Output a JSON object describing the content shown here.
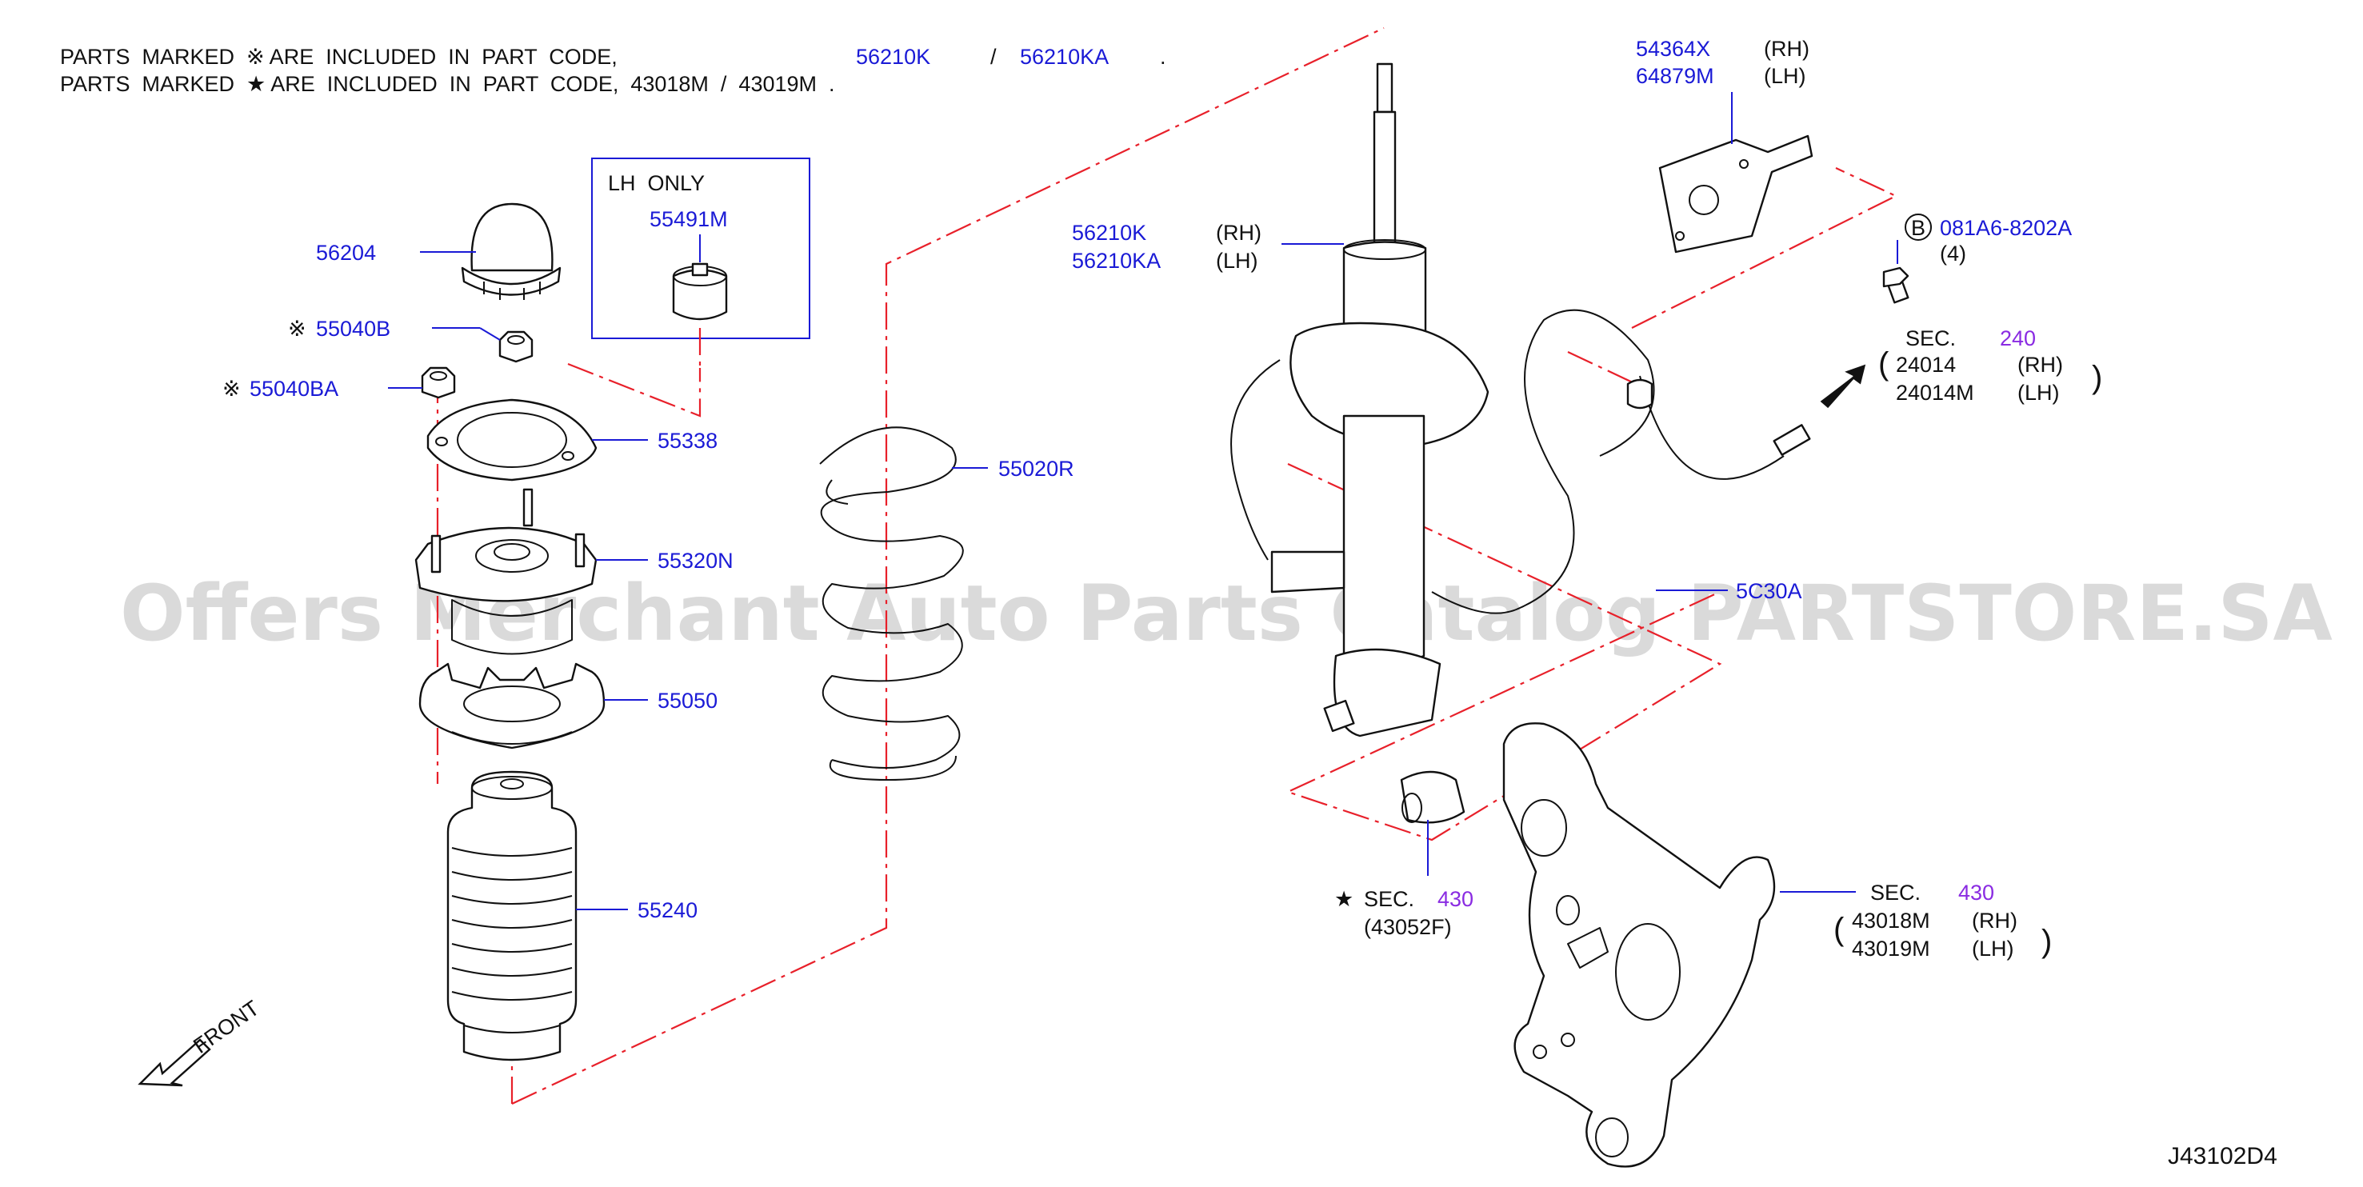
{
  "notes": {
    "line1": {
      "prefix": "PARTS  MARKED  ※ ARE  INCLUDED  IN  PART  CODE,",
      "code_a": "56210K",
      "sep": "/",
      "code_b": "56210KA",
      "end": "."
    },
    "line2": {
      "prefix": "PARTS  MARKED  ★ ARE  INCLUDED  IN  PART  CODE,  43018M  /  43019M  ."
    }
  },
  "lh_only_box": {
    "title": "LH  ONLY",
    "part": "55491M"
  },
  "parts": {
    "p56204": "56204",
    "p55040B_mark": "※",
    "p55040B": "55040B",
    "p55040BA_mark": "※",
    "p55040BA": "55040BA",
    "p55338": "55338",
    "p55320N": "55320N",
    "p55050": "55050",
    "p55240": "55240",
    "p55020R": "55020R",
    "strut_rh": "56210K",
    "strut_rh_side": "(RH)",
    "strut_lh": "56210KA",
    "strut_lh_side": "(LH)",
    "bracket_rh": "54364X",
    "bracket_rh_side": "(RH)",
    "bracket_lh": "64879M",
    "bracket_lh_side": "(LH)",
    "bolt_marker": "B",
    "bolt": "081A6-8202A",
    "bolt_qty": "(4)",
    "sec240_label": "SEC.",
    "sec240_num": "240",
    "sec240_p1": "24014",
    "sec240_p1_side": "(RH)",
    "sec240_p2": "24014M",
    "sec240_p2_side": "(LH)",
    "partial_label": "5C30A",
    "sec430a_star": "★",
    "sec430a_label": "SEC.",
    "sec430a_num": "430",
    "sec430a_sub": "(43052F)",
    "sec430b_label": "SEC.",
    "sec430b_num": "430",
    "sec430b_p1": "43018M",
    "sec430b_p1_side": "(RH)",
    "sec430b_p2": "43019M",
    "sec430b_p2_side": "(LH)"
  },
  "front_label": "FRONT",
  "diagram_code": "J43102D4",
  "watermark": "Offers Merchant Auto Parts Catalog PARTSTORE.SA",
  "colors": {
    "part_number": "#1a1ad6",
    "section_ref": "#8a2be2",
    "phantom_line": "#e8202a",
    "text": "#111111"
  }
}
